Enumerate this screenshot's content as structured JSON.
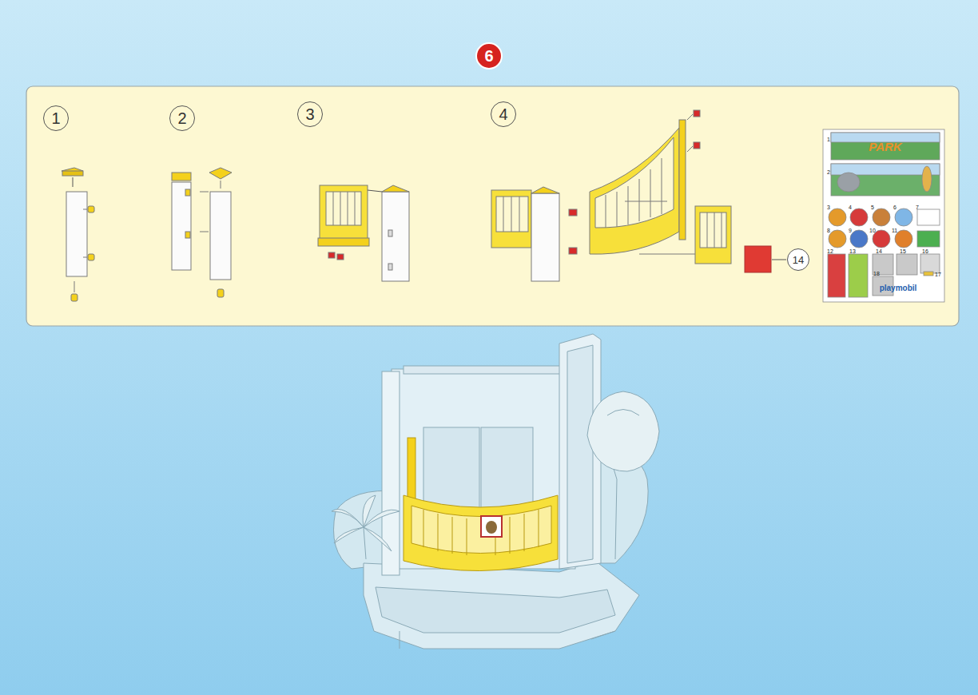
{
  "diagram": {
    "nodes": [
      {
        "text": [
          "6"
        ]
      },
      {
        "text": [
          "1"
        ]
      },
      {
        "text": [
          "2"
        ]
      },
      {
        "text": [
          "3"
        ]
      },
      {
        "text": [
          "4"
        ]
      },
      {
        "text": [
          "14"
        ]
      }
    ],
    "labels": [
      "PARK",
      "1",
      "2",
      "3",
      "4",
      "5",
      "6",
      "7",
      "8",
      "9",
      "10",
      "11",
      "12",
      "13",
      "14",
      "15",
      "16",
      "17",
      "18",
      "playmobil"
    ]
  }
}
